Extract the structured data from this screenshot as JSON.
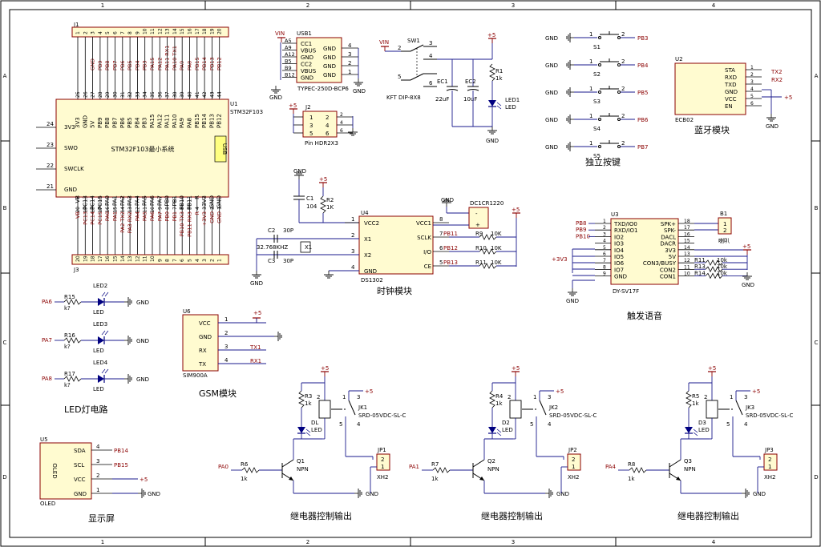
{
  "frame": {
    "cols": [
      "1",
      "2",
      "3",
      "4"
    ],
    "rows": [
      "A",
      "B",
      "C",
      "D"
    ]
  },
  "mcu": {
    "ref": "U1",
    "part": "STM32F103",
    "body": "STM32F103最小系统",
    "usb": "USB",
    "left_pins": [
      {
        "num": "24",
        "name": "3V3"
      },
      {
        "num": "23",
        "name": "SWO"
      },
      {
        "num": "22",
        "name": "SWCLK"
      },
      {
        "num": "21",
        "name": "GND"
      }
    ],
    "top_names": [
      "3V3",
      "GND",
      "5V",
      "PB9",
      "PB8",
      "PB7",
      "PB6",
      "PB5",
      "PB4",
      "PB3",
      "PA15",
      "PA12",
      "PA11",
      "PA10",
      "PA9",
      "PA8",
      "PB15",
      "PB14",
      "PB13",
      "PB12"
    ],
    "top_nums": [
      "25",
      "26",
      "27",
      "28",
      "29",
      "30",
      "31",
      "32",
      "33",
      "34",
      "35",
      "36",
      "37",
      "38",
      "39",
      "40",
      "41",
      "42",
      "43",
      "44"
    ],
    "bottom_names": [
      "VB",
      "PC13",
      "PC14",
      "PC15",
      "PA0",
      "PA1",
      "PA2",
      "PA3",
      "PA4",
      "PA5",
      "PA6",
      "PA7",
      "PB0",
      "PB1",
      "PB10",
      "PB11",
      "R",
      "3V3",
      "GND",
      "GND"
    ],
    "bottom_nums": [
      "20",
      "19",
      "18",
      "17",
      "16",
      "15",
      "14",
      "13",
      "12",
      "11",
      "10",
      "9",
      "8",
      "7",
      "6",
      "5",
      "4",
      "3",
      "2",
      "1"
    ],
    "j1": "J1",
    "j3": "J3",
    "j1_nums": [
      "1",
      "2",
      "3",
      "4",
      "5",
      "6",
      "7",
      "8",
      "9",
      "10",
      "11",
      "12",
      "13",
      "14",
      "15",
      "16",
      "17",
      "18",
      "19",
      "20"
    ],
    "j3_nums": [
      "20",
      "19",
      "18",
      "17",
      "16",
      "15",
      "14",
      "13",
      "12",
      "11",
      "10",
      "9",
      "8",
      "7",
      "6",
      "5",
      "4",
      "3",
      "2",
      "1"
    ],
    "top_nets": [
      "GND",
      "PB9",
      "PB8",
      "PB7",
      "PB6",
      "PB5",
      "PB4",
      "PB3",
      "PA15",
      "PA12",
      "PA11 RX1",
      "PA10 TX1",
      "PA9",
      "PA8",
      "PB15",
      "PB14",
      "PB13",
      "PB12"
    ],
    "bottom_nets": [
      "VB",
      "PC13",
      "PC14",
      "PC15",
      "PA0",
      "PA1",
      "PA2 TX2",
      "PA3 RX2",
      "PA4",
      "PA5",
      "PA6",
      "PA7",
      "PB0",
      "PB1",
      "PB10 TX3",
      "PB11 RX3",
      "R",
      "+3V3",
      "GND",
      "GND"
    ]
  },
  "usb": {
    "ref": "USB1",
    "part": "TYPEC-250D-BCP6",
    "vin": "VIN",
    "gnd": "GND",
    "pins_left": [
      "A5",
      "A9",
      "A12",
      "B5",
      "B9",
      "B12"
    ],
    "names": [
      "CC1",
      "VBUS",
      "GND",
      "CC2",
      "VBUS",
      "GND"
    ],
    "right": [
      "GND",
      "GND",
      "GND",
      "GND"
    ],
    "right_nums": [
      "4",
      "3",
      "2",
      "1"
    ]
  },
  "j2": {
    "ref": "J2",
    "part": "Pin HDR2X3",
    "power": "+5",
    "nums_l": [
      "1",
      "3",
      "5"
    ],
    "nums_r": [
      "2",
      "4",
      "6"
    ]
  },
  "sw1": {
    "ref": "SW1",
    "part": "KFT DIP-8X8",
    "vin": "VIN",
    "nums": [
      "2",
      "3",
      "4",
      "5",
      "6"
    ]
  },
  "power": {
    "ec1": "EC1",
    "ec1v": "22uF",
    "ec2": "EC2",
    "ec2v": "10uF",
    "r1": "R1",
    "r1v": "1k",
    "led": "LED1",
    "ledv": "LED",
    "p5": "+5",
    "gnd": "GND"
  },
  "buttons": {
    "title": "独立按键",
    "items": [
      {
        "ref": "S1",
        "net": "PB3"
      },
      {
        "ref": "S2",
        "net": "PB4"
      },
      {
        "ref": "S3",
        "net": "PB5"
      },
      {
        "ref": "S4",
        "net": "PB6"
      },
      {
        "ref": "S5",
        "net": "PB7"
      }
    ],
    "gnd": "GND",
    "n1": "1",
    "n2": "2"
  },
  "bt": {
    "ref": "U2",
    "part": "ECB02",
    "title": "蓝牙模块",
    "pins": [
      "STA",
      "RXD",
      "TXD",
      "GND",
      "VCC",
      "EN"
    ],
    "nums": [
      "1",
      "2",
      "3",
      "4",
      "5",
      "6"
    ],
    "tx2": "TX2",
    "rx2": "RX2",
    "p5": "+5",
    "gnd": "GND"
  },
  "rtc": {
    "ref": "U4",
    "part": "DS1302",
    "title": "时钟模块",
    "left": [
      {
        "n": "1",
        "name": "VCC2"
      },
      {
        "n": "2",
        "name": "X1"
      },
      {
        "n": "3",
        "name": "X2"
      },
      {
        "n": "4",
        "name": "GND"
      }
    ],
    "right": [
      {
        "n": "8",
        "name": "VCC1"
      },
      {
        "n": "7",
        "name": "SCLK"
      },
      {
        "n": "6",
        "name": "I/O"
      },
      {
        "n": "5",
        "name": "CE"
      }
    ],
    "nets": [
      "PB11",
      "PB12",
      "PB13"
    ],
    "res": [
      "R9",
      "R10",
      "R11"
    ],
    "resv": [
      "10K",
      "10K",
      "10K"
    ],
    "c1": "C1",
    "c1v": "104",
    "r2": "R2",
    "r2v": "1K",
    "c2": "C2",
    "c3": "C3",
    "cv": "30P",
    "x1": "X1",
    "xv": "32.768KHZ",
    "bat": "DC1CR1220",
    "p5": "+5",
    "gnd": "GND"
  },
  "voice": {
    "ref": "U3",
    "part": "DY-SV17F",
    "title": "触发语音",
    "left": [
      {
        "n": "1",
        "name": "TXD/IO0"
      },
      {
        "n": "2",
        "name": "RXD/IO1"
      },
      {
        "n": "3",
        "name": "IO2"
      },
      {
        "n": "4",
        "name": "IO3"
      },
      {
        "n": "5",
        "name": "IO4"
      },
      {
        "n": "6",
        "name": "IO5"
      },
      {
        "n": "7",
        "name": "IO6"
      },
      {
        "n": "8",
        "name": "IO7"
      },
      {
        "n": "9",
        "name": "GND"
      }
    ],
    "right": [
      {
        "n": "18",
        "name": "SPK+"
      },
      {
        "n": "17",
        "name": "SPK-"
      },
      {
        "n": "16",
        "name": "DACL"
      },
      {
        "n": "15",
        "name": "DACR"
      },
      {
        "n": "14",
        "name": "3V3"
      },
      {
        "n": "13",
        "name": "5V"
      },
      {
        "n": "12",
        "name": "CON3/BUSY"
      },
      {
        "n": "11",
        "name": "CON2"
      },
      {
        "n": "10",
        "name": "CON1"
      }
    ],
    "nets": [
      "PB8",
      "PB9",
      "PB10"
    ],
    "v33": "+3V3",
    "p5": "+5",
    "gnd": "GND",
    "res": [
      "R11",
      "R13",
      "R14"
    ],
    "resv": [
      "10k",
      "10k",
      "10k"
    ],
    "spk": "B1",
    "spk_label": "喇叭",
    "spk_n": [
      "1",
      "2"
    ]
  },
  "leds": {
    "title": "LED灯电路",
    "items": [
      {
        "net": "PA6",
        "r": "R15",
        "rv": "k?",
        "led": "LED2",
        "ledv": "LED"
      },
      {
        "net": "PA7",
        "r": "R16",
        "rv": "k?",
        "led": "LED3",
        "ledv": "LED"
      },
      {
        "net": "PA8",
        "r": "R17",
        "rv": "k?",
        "led": "LED4",
        "ledv": "LED"
      }
    ],
    "gnd": "GND"
  },
  "gsm": {
    "ref": "U6",
    "part": "SIM900A",
    "title": "GSM模块",
    "pins": [
      "VCC",
      "GND",
      "RX",
      "TX"
    ],
    "nums": [
      "1",
      "2",
      "3",
      "4"
    ],
    "nets": [
      "+5",
      "GND",
      "TX1",
      "RX1"
    ]
  },
  "oled": {
    "ref": "U5",
    "part": "OLED",
    "title": "显示屏",
    "pins": [
      "SDA",
      "SCL",
      "VCC",
      "GND"
    ],
    "nums": [
      "4",
      "3",
      "2",
      "1"
    ],
    "nets": [
      "PB14",
      "PB15",
      "+5",
      "GND"
    ]
  },
  "relays": {
    "title": "继电器控制输出",
    "items": [
      {
        "net": "PA0",
        "rb": "R6",
        "rbv": "1k",
        "q": "Q1",
        "rl": "R3",
        "rlv": "1k",
        "led": "DL",
        "k": "JK1",
        "jp": "JP1"
      },
      {
        "net": "PA1",
        "rb": "R7",
        "rbv": "1k",
        "q": "Q2",
        "rl": "R4",
        "rlv": "1k",
        "led": "D2",
        "k": "JK2",
        "jp": "JP2"
      },
      {
        "net": "PA4",
        "rb": "R8",
        "rbv": "1k",
        "q": "Q3",
        "rl": "R5",
        "rlv": "1k",
        "led": "D3",
        "k": "JK3",
        "jp": "JP3"
      }
    ],
    "qtype": "NPN",
    "ledv": "LED",
    "kpart": "SRD-05VDC-SL-C",
    "jpv": "XH2",
    "p5": "+5",
    "gnd": "GND"
  }
}
